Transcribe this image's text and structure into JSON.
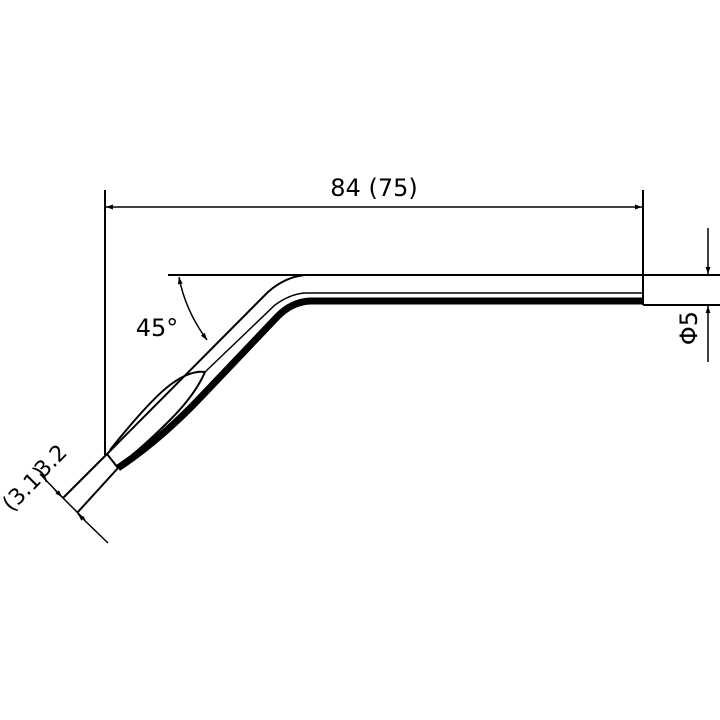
{
  "drawing": {
    "length_dimension": "84 (75)",
    "angle_dimension": "45°",
    "diameter_dimension": "Φ5",
    "tip_width_dimension": "3.2",
    "tip_width_alt_dimension": "(3.1)"
  },
  "colors": {
    "line": "#000000",
    "background": "#ffffff"
  }
}
